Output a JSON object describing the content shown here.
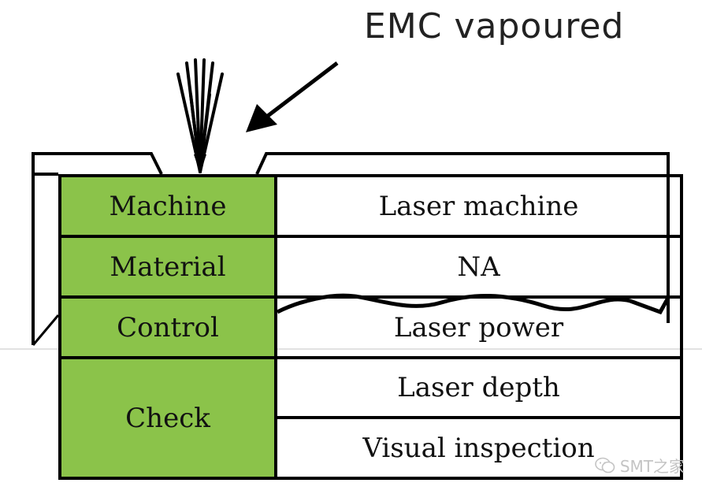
{
  "annotation": {
    "text": "EMC  vapoured"
  },
  "table": {
    "rows": [
      {
        "category": "Machine",
        "values": [
          "Laser machine"
        ]
      },
      {
        "category": "Material",
        "values": [
          "NA"
        ]
      },
      {
        "category": "Control",
        "values": [
          "Laser power"
        ]
      },
      {
        "category": "Check",
        "values": [
          "Laser depth",
          "Visual inspection"
        ]
      }
    ]
  },
  "watermark": {
    "text": "SMT之家",
    "icon": "wechat-icon"
  },
  "colors": {
    "category_fill": "#8bc34a",
    "lines": "#000000"
  }
}
